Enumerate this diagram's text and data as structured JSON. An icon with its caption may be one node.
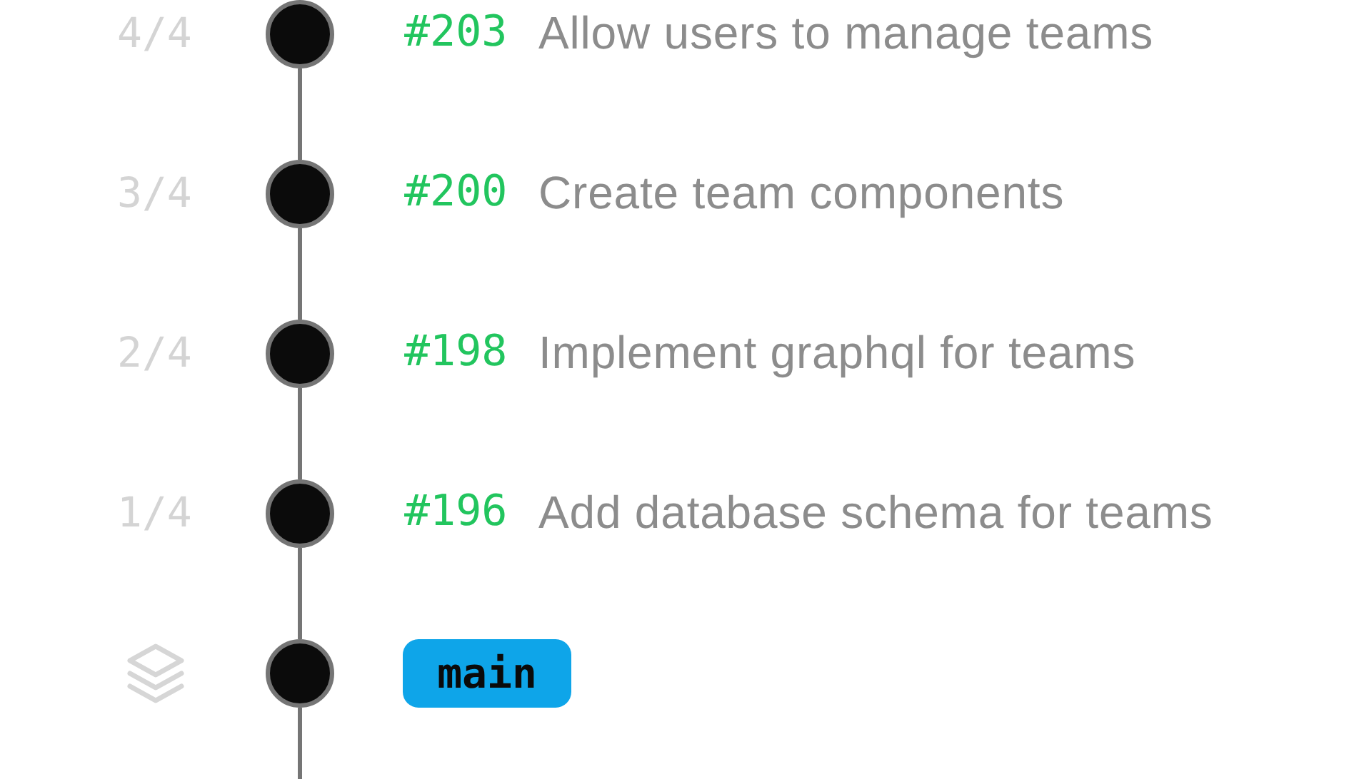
{
  "diagram": {
    "nodes": [
      {
        "text": [],
        "shape": "circle",
        "beside": [
          "4/4",
          "#203",
          "Allow users to manage teams"
        ]
      },
      {
        "text": [],
        "shape": "circle",
        "beside": [
          "3/4",
          "#200",
          "Create team components"
        ]
      },
      {
        "text": [],
        "shape": "circle",
        "beside": [
          "2/4",
          "#198",
          "Implement graphql for teams"
        ]
      },
      {
        "text": [],
        "shape": "circle",
        "beside": [
          "1/4",
          "#196",
          "Add database schema for teams"
        ]
      },
      {
        "text": [],
        "shape": "circle"
      },
      {
        "text": [
          "main"
        ]
      }
    ],
    "edges": [
      {
        "from": 0,
        "to": 1,
        "arrow": "none"
      },
      {
        "from": 1,
        "to": 2,
        "arrow": "none"
      },
      {
        "from": 2,
        "to": 3,
        "arrow": "none"
      },
      {
        "from": 3,
        "to": 4,
        "arrow": "none"
      },
      {
        "from": 4,
        "to": null,
        "arrow": "none"
      }
    ]
  }
}
